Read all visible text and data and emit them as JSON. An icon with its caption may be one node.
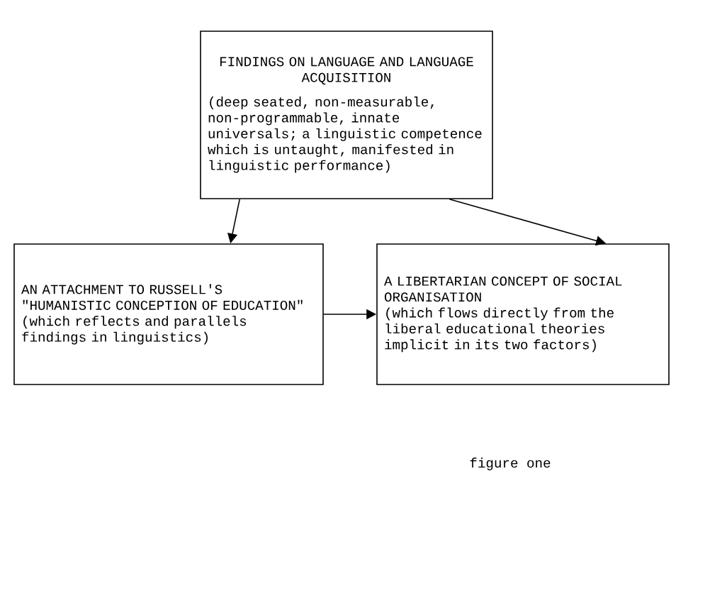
{
  "diagram": {
    "nodes": [
      {
        "text": [
          "FINDINGS ON LANGUAGE AND LANGUAGE ACQUISITION",
          "(deep seated, non-measurable, non-programmable, innate universals; a linguistic competence which is untaught, manifested in linguistic performance)"
        ]
      },
      {
        "text": [
          "AN ATTACHMENT TO RUSSELL'S \"HUMANISTIC CONCEPTION OF EDUCATION\" (which reflects and parallels findings in linguistics)"
        ]
      },
      {
        "text": [
          "A LIBERTARIAN CONCEPT OF SOCIAL ORGANISATION",
          "(which flows directly from the liberal educational theories implicit in its two factors)"
        ]
      }
    ],
    "edges": [
      {
        "from": 0,
        "to": 1,
        "arrow": "to"
      },
      {
        "from": 0,
        "to": 2,
        "arrow": "to"
      },
      {
        "from": 1,
        "to": 2,
        "arrow": "to"
      }
    ],
    "labels": [
      "figure one"
    ]
  }
}
